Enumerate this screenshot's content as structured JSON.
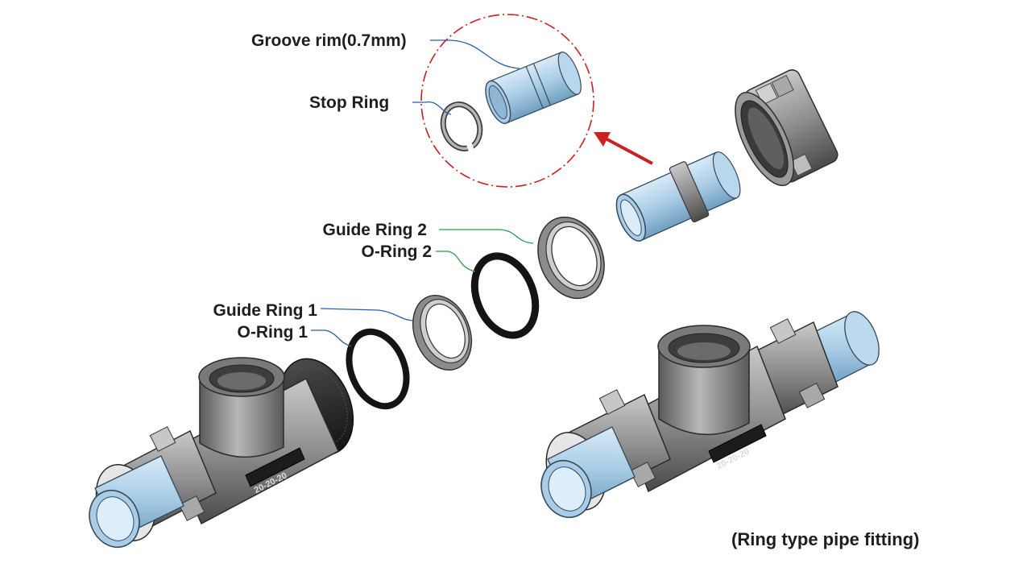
{
  "labels": {
    "groove_rim": "Groove rim(0.7mm)",
    "stop_ring": "Stop Ring",
    "guide_ring_2": "Guide Ring 2",
    "o_ring_2": "O-Ring 2",
    "guide_ring_1": "Guide Ring 1",
    "o_ring_1": "O-Ring 1"
  },
  "caption": "(Ring type pipe fitting)",
  "body_marking": "20-20-20",
  "colors": {
    "pipe": "#a9cde6",
    "pipe_dark": "#6f9fc0",
    "fitting": "#8e8e8e",
    "fitting_dark": "#4a4a4a",
    "o_ring": "#1b1b1b",
    "guide_ring": "#b9b9b9",
    "detail_circle": "#cc1f1f",
    "leader_blue": "#2a5fa8",
    "leader_green": "#2e9a4a"
  }
}
